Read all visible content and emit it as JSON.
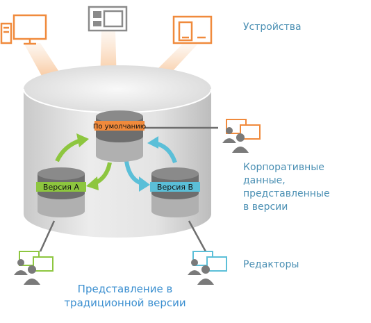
{
  "labels": {
    "devices": "Устройства",
    "corporate_line1": "Корпоративные",
    "corporate_line2": "данные,",
    "corporate_line3": "представленные",
    "corporate_line4": "в версии",
    "editors": "Редакторы",
    "traditional_line1": "Представление в",
    "traditional_line2": "традиционной версии"
  },
  "versions": {
    "default": "По умолчанию",
    "a": "Версия А",
    "b": "Версия В"
  },
  "colors": {
    "orange": "#f08a3c",
    "green": "#8dc63f",
    "cyan": "#5bbfd8",
    "db_dark": "#6e6e6e",
    "db_light": "#b0b0b0",
    "label_text": "#4a8fb3",
    "blue_text": "#3b8fd0"
  },
  "icons": {
    "devices": [
      "desktop-tower-icon",
      "tablet-landscape-icon",
      "tablet-portrait-icon"
    ],
    "user_groups": [
      "user-group-icon"
    ]
  }
}
